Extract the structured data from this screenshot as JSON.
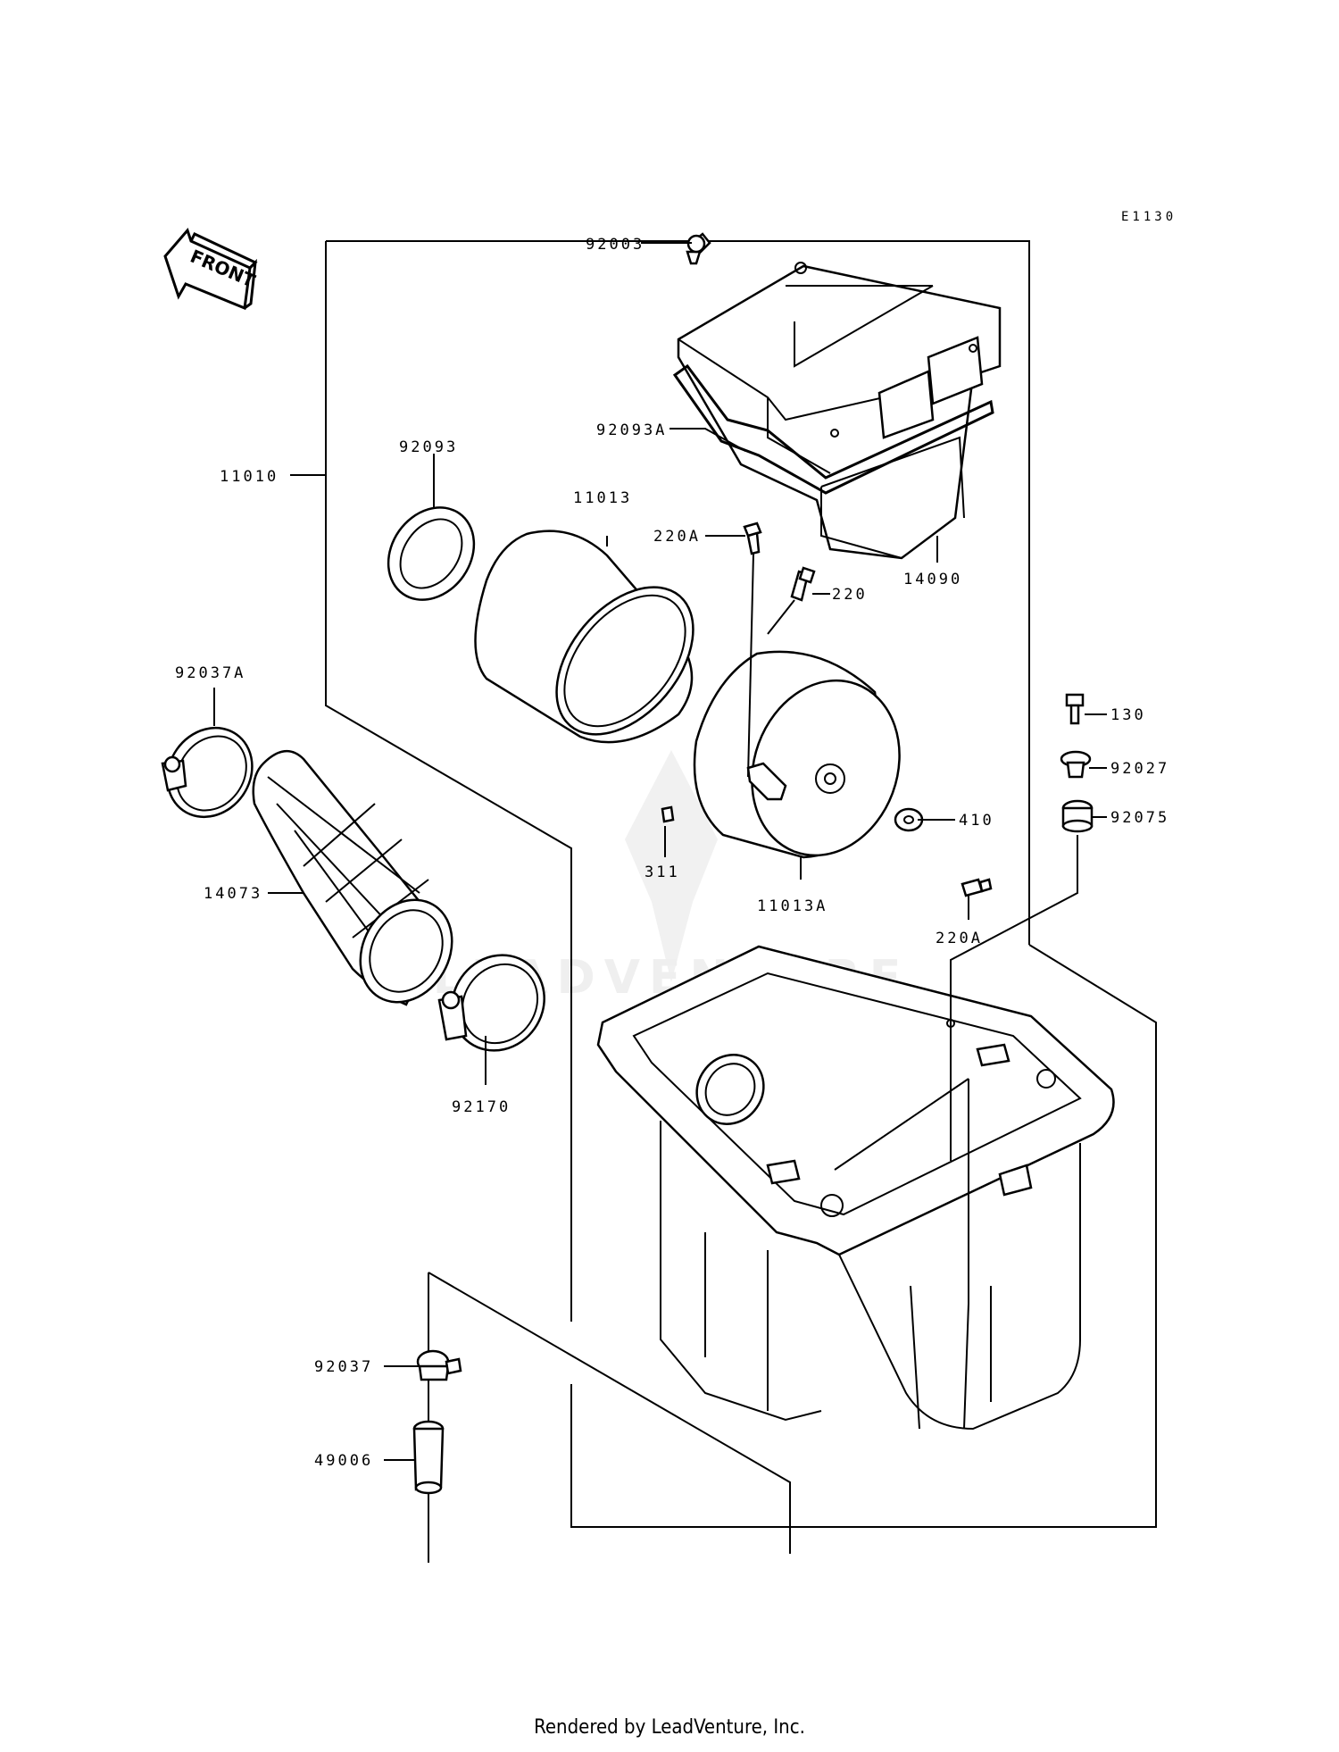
{
  "diagram_code": "E1130",
  "front_label": "FRONT",
  "watermark": "LEADVENTURE",
  "footer": "Rendered by LeadVenture, Inc.",
  "parts": {
    "p92003": "92003",
    "p92093A": "92093A",
    "p11010": "11010",
    "p92093": "92093",
    "p11013": "11013",
    "p220A_top": "220A",
    "p220": "220",
    "p14090": "14090",
    "p92037A": "92037A",
    "p14073": "14073",
    "p92170": "92170",
    "p311": "311",
    "p11013A": "11013A",
    "p410": "410",
    "p220A_bottom": "220A",
    "p130": "130",
    "p92027": "92027",
    "p92075": "92075",
    "p92037": "92037",
    "p49006": "49006"
  }
}
